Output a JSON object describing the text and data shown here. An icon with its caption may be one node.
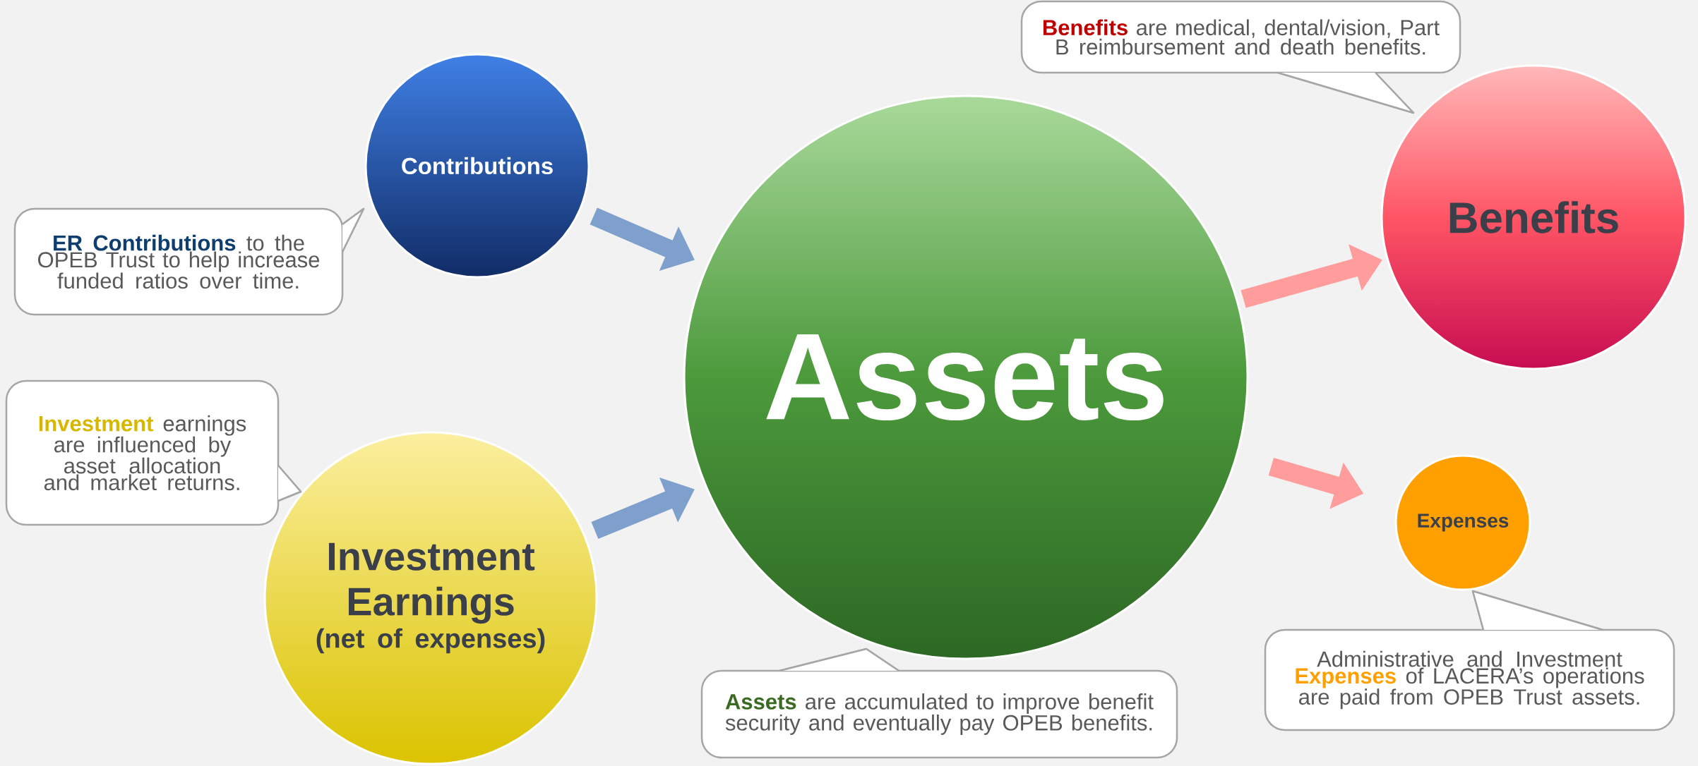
{
  "diagram": {
    "nodes": [
      {
        "text": [
          "Contributions"
        ]
      },
      {
        "text": [
          "ER Contributions",
          "to the OPEB Trust to help increase funded ratios over time."
        ]
      },
      {
        "text": [
          "Investment Earnings",
          "(net of expenses)"
        ]
      },
      {
        "text": [
          "Investment",
          "earnings are influenced by asset allocation and market returns."
        ]
      },
      {
        "text": [
          "Assets"
        ]
      },
      {
        "text": [
          "Assets",
          "are accumulated to improve benefit security and eventually pay OPEB benefits."
        ]
      },
      {
        "text": [
          "Benefits"
        ]
      },
      {
        "text": [
          "Benefits",
          "are medical, dental/vision, Part B reimbursement and death benefits."
        ]
      },
      {
        "text": [
          "Expenses"
        ]
      },
      {
        "text": [
          "Administrative and Investment",
          "Expenses",
          "of LACERA’s operations are paid from OPEB Trust assets."
        ]
      }
    ],
    "edges": [
      {
        "from": 0,
        "to": 4,
        "arrow": "to",
        "color": "#7f9fcc"
      },
      {
        "from": 2,
        "to": 4,
        "arrow": "to",
        "color": "#7f9fcc"
      },
      {
        "from": 4,
        "to": 6,
        "arrow": "to",
        "color": "#ff9c9c"
      },
      {
        "from": 4,
        "to": 8,
        "arrow": "to",
        "color": "#ff9c9c"
      }
    ]
  }
}
